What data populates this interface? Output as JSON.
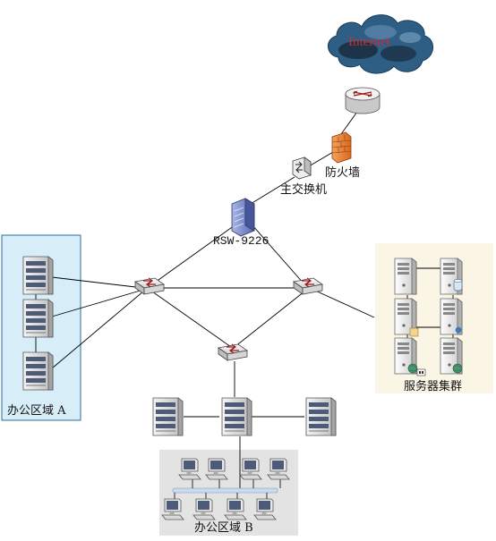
{
  "labels": {
    "internet": "Internet",
    "firewall": "防火墙",
    "main_switch": "主交换机",
    "core_router": "RSW-9226",
    "office_a": "办公区域 A",
    "server_cluster": "服务器集群",
    "office_b": "办公区域 B"
  },
  "colors": {
    "office_a_fill": "#d7eef9",
    "office_a_border": "#2a6f9a",
    "server_area_fill": "#fbf5e6",
    "office_b_fill": "#e3e3e3",
    "cloud": "#2f5e84",
    "link": "#000000",
    "bus": "#c9dbee"
  },
  "icons": {
    "cloud": "cloud-icon",
    "router": "router-icon",
    "firewall": "brick-firewall-icon",
    "switch": "switch-icon",
    "server": "server-icon",
    "workstation": "desktop-computer-icon"
  }
}
